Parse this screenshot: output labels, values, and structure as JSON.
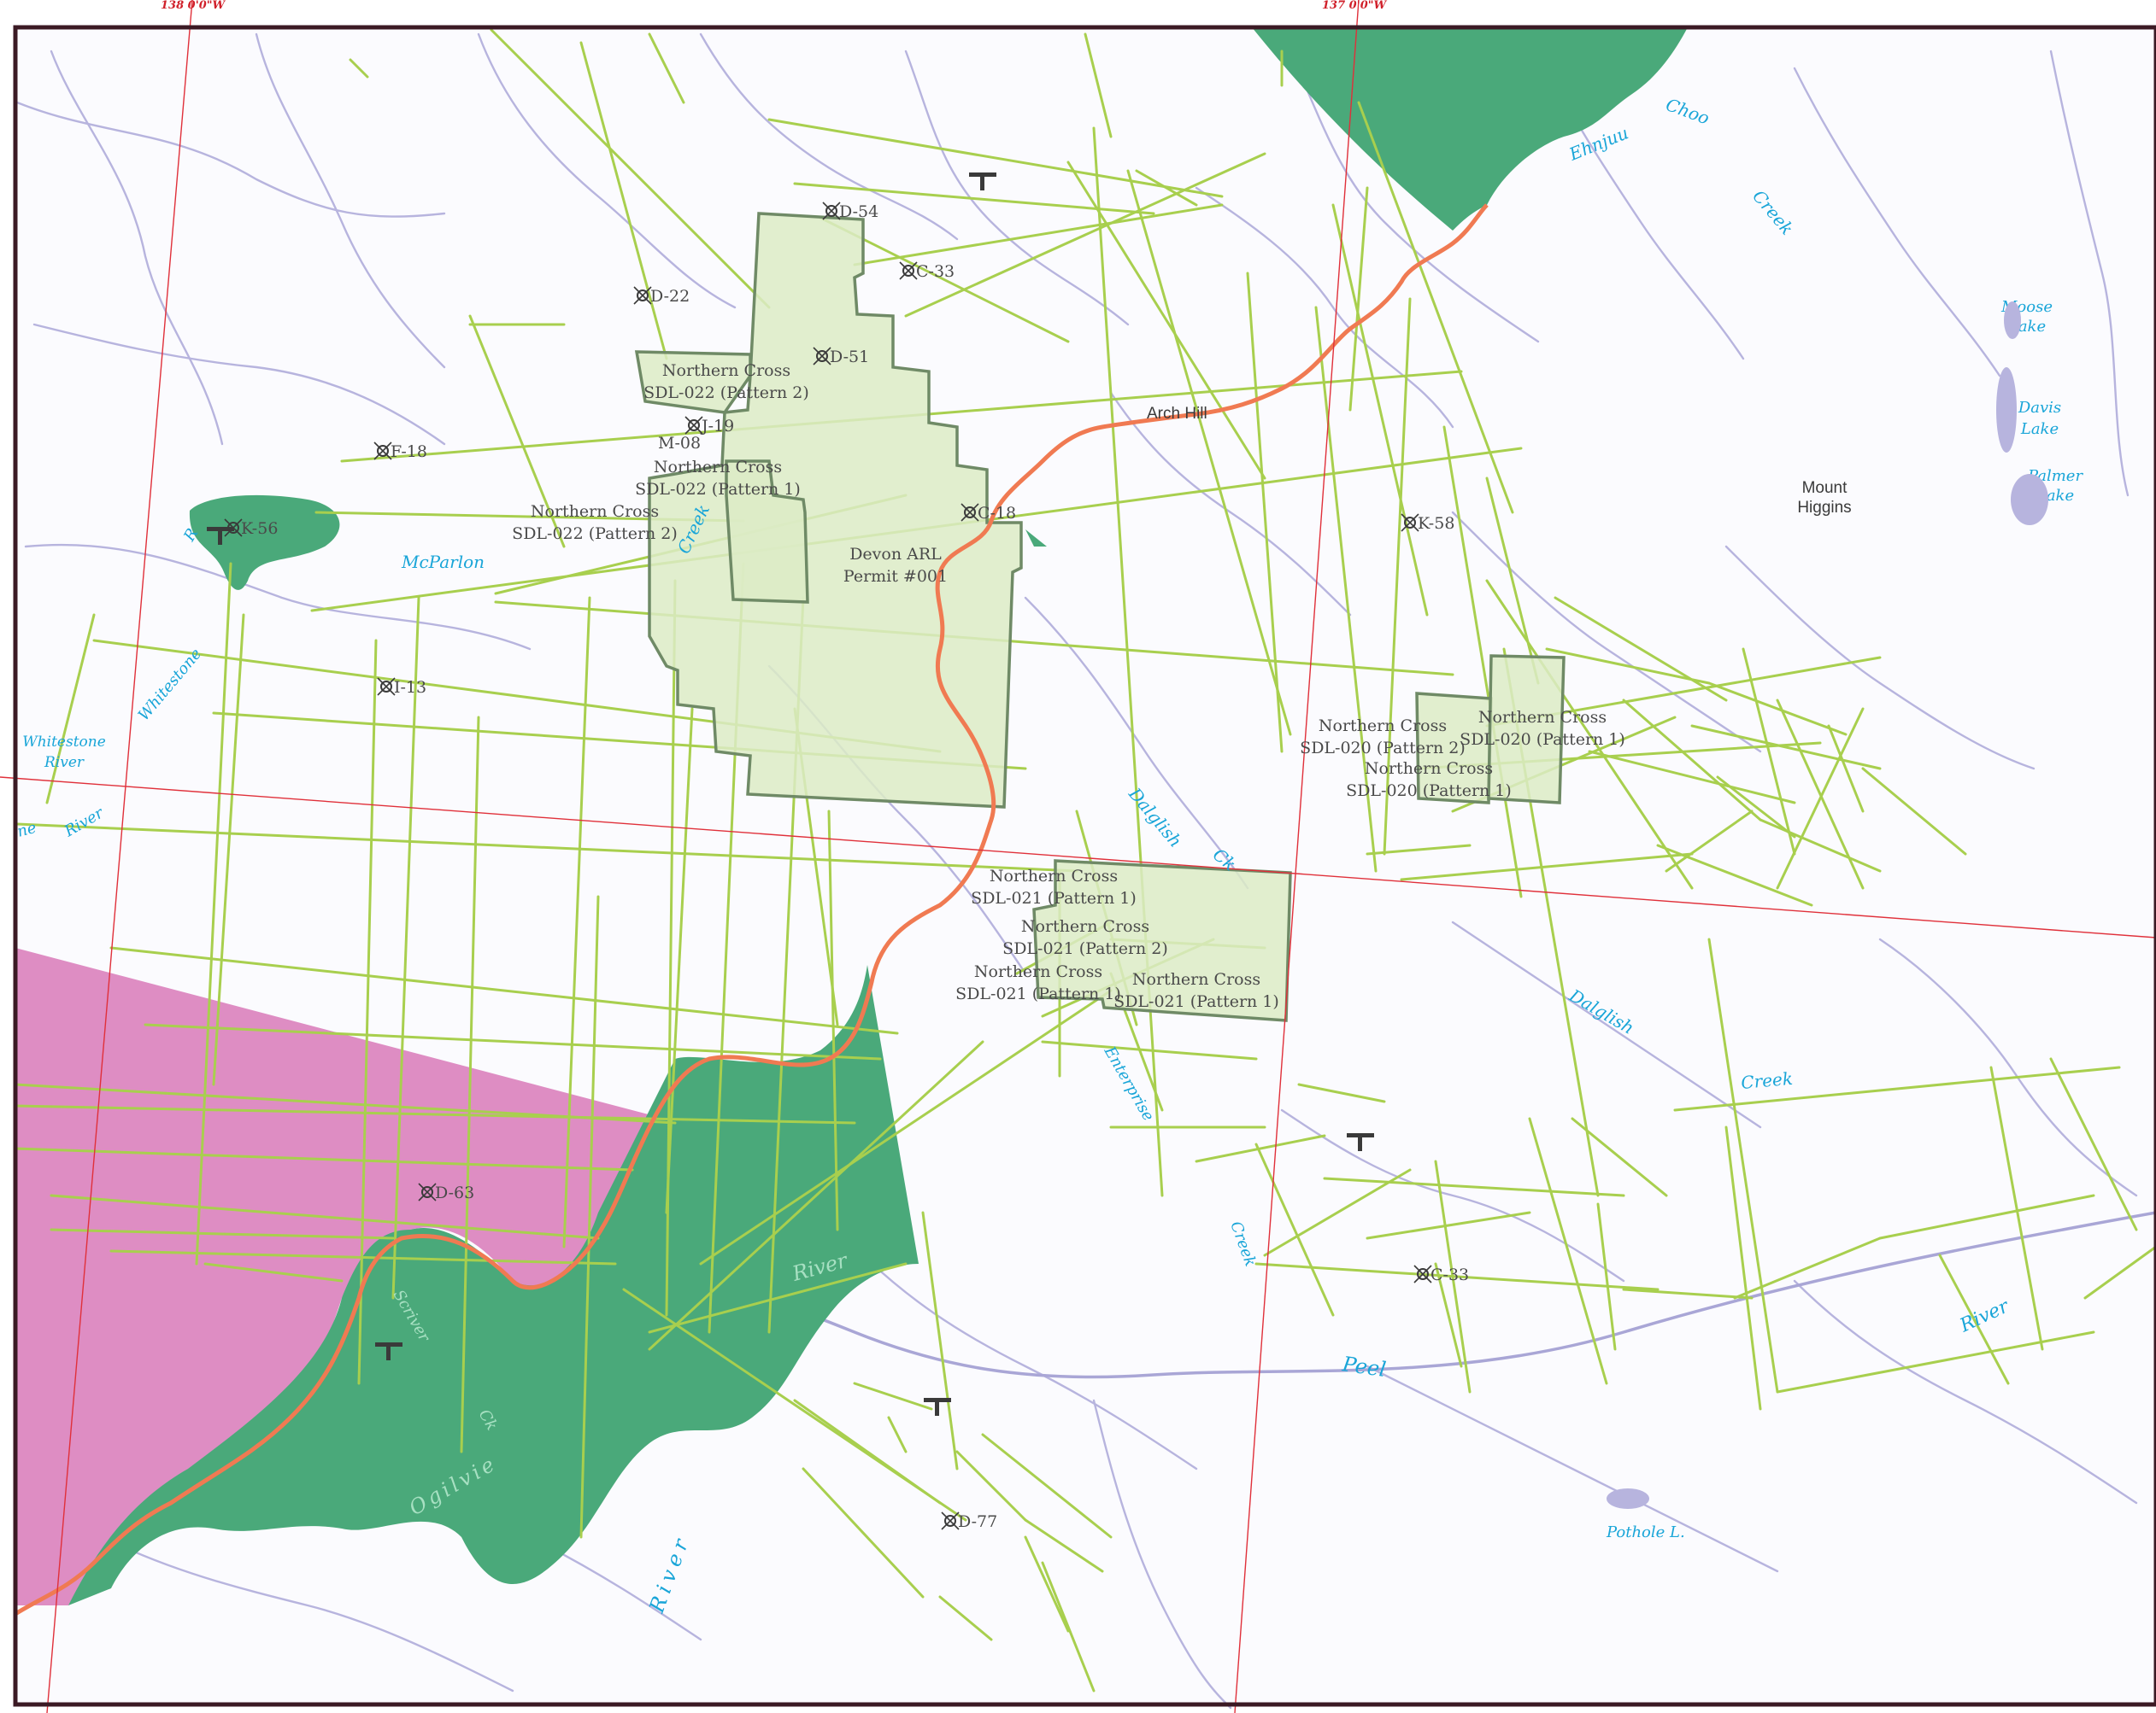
{
  "graticule": {
    "west_label": "138 0'0\"W",
    "east_label": "137 0'0\"W"
  },
  "colors": {
    "frame": "#3b1a24",
    "rivers": "#b7b4de",
    "seismic": "#a8cf4e",
    "parcel_fill": "#dcebc6",
    "parcel_stroke": "#6f8a66",
    "protected_green": "#4aa97a",
    "pink_zone": "#de8dc3",
    "boundary": "#f07a52",
    "graticule": "#e0303a",
    "water_label": "#19a5d8"
  },
  "wells": [
    {
      "label": "D-54"
    },
    {
      "label": "C-33"
    },
    {
      "label": "D-22"
    },
    {
      "label": "D-51"
    },
    {
      "label": "J-19"
    },
    {
      "label": "F-18"
    },
    {
      "label": "K-56"
    },
    {
      "label": "C-18"
    },
    {
      "label": "K-58"
    },
    {
      "label": "I-13"
    },
    {
      "label": "D-63"
    },
    {
      "label": "C-33"
    },
    {
      "label": "D-77"
    }
  ],
  "well_extra": {
    "m08": "M-08"
  },
  "parcels": {
    "sdl022_p2_a": [
      "Northern Cross",
      "SDL-022 (Pattern 2)"
    ],
    "sdl022_p1": [
      "Northern Cross",
      "SDL-022 (Pattern 1)"
    ],
    "sdl022_p2_b": [
      "Northern Cross",
      "SDL-022 (Pattern 2)"
    ],
    "devon": [
      "Devon ARL",
      "Permit #001"
    ],
    "sdl020_p2": [
      "Northern Cross",
      "SDL-020 (Pattern 2)"
    ],
    "sdl020_p1_a": [
      "Northern Cross",
      "SDL-020 (Pattern 1)"
    ],
    "sdl020_p1_b": [
      "Northern Cross",
      "SDL-020 (Pattern 1)"
    ],
    "sdl021_p1_a": [
      "Northern Cross",
      "SDL-021 (Pattern 1)"
    ],
    "sdl021_p2": [
      "Northern Cross",
      "SDL-021 (Pattern 2)"
    ],
    "sdl021_p1_b": [
      "Northern Cross",
      "SDL-021 (Pattern 1)"
    ],
    "sdl021_p1_c": [
      "Northern Cross",
      "SDL-021 (Pattern 1)"
    ]
  },
  "places": {
    "arch_hill": "Arch Hill",
    "mount_higgins": [
      "Mount",
      "Higgins"
    ]
  },
  "water": {
    "ehnjuu": "Ehnjuu",
    "choo": "Choo",
    "creek1": "Creek",
    "moose": [
      "Moose",
      "Lake"
    ],
    "davis": [
      "Davis",
      "Lake"
    ],
    "palmer": [
      "Palmer",
      "Lake"
    ],
    "mcparlon": "McParlon",
    "creek2": "Creek",
    "whitestone_r": [
      "Whitestone",
      "River"
    ],
    "whitestone": "Whitestone",
    "river_left": "River",
    "ne": "ne",
    "r": "R",
    "dalglish_ck": "Dalglish",
    "ck1": "Ck",
    "dalglish_creek": "Dalglish",
    "creek3": "Creek",
    "enterprise": "Enterprise",
    "creek4": "Creek",
    "peel": "Peel",
    "river_peel": "River",
    "river_ogilvie": "River",
    "ogilvie": "Ogilvie",
    "scriver": "Scriver",
    "ck2": "Ck",
    "river_bottom": "River",
    "pothole": "Pothole L."
  },
  "icons": [
    "airstrip-icon",
    "airstrip-icon",
    "airstrip-icon",
    "airstrip-icon",
    "airstrip-icon",
    "airstrip-icon"
  ]
}
